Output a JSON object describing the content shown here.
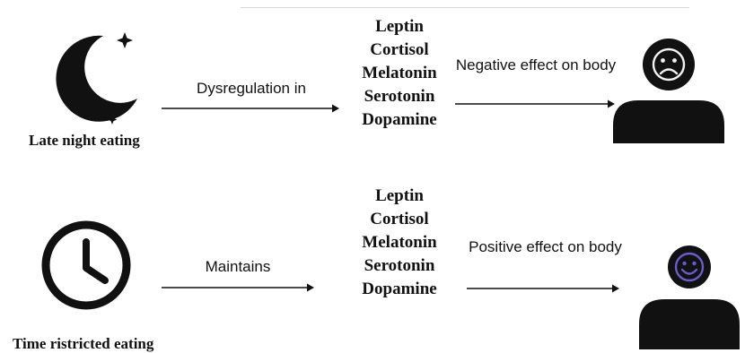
{
  "rows": [
    {
      "source_label": "Late night eating",
      "source_icon": "moon-stars-icon",
      "edge1_label": "Dysregulation in",
      "hormones": [
        "Leptin",
        "Cortisol",
        "Melatonin",
        "Serotonin",
        "Dopamine"
      ],
      "edge2_label": "Negative effect on body",
      "result_icon": "sad-person-icon"
    },
    {
      "source_label": "Time ristricted eating",
      "source_icon": "clock-icon",
      "edge1_label": "Maintains",
      "hormones": [
        "Leptin",
        "Cortisol",
        "Melatonin",
        "Serotonin",
        "Dopamine"
      ],
      "edge2_label": "Positive effect on body",
      "result_icon": "happy-person-icon"
    }
  ]
}
